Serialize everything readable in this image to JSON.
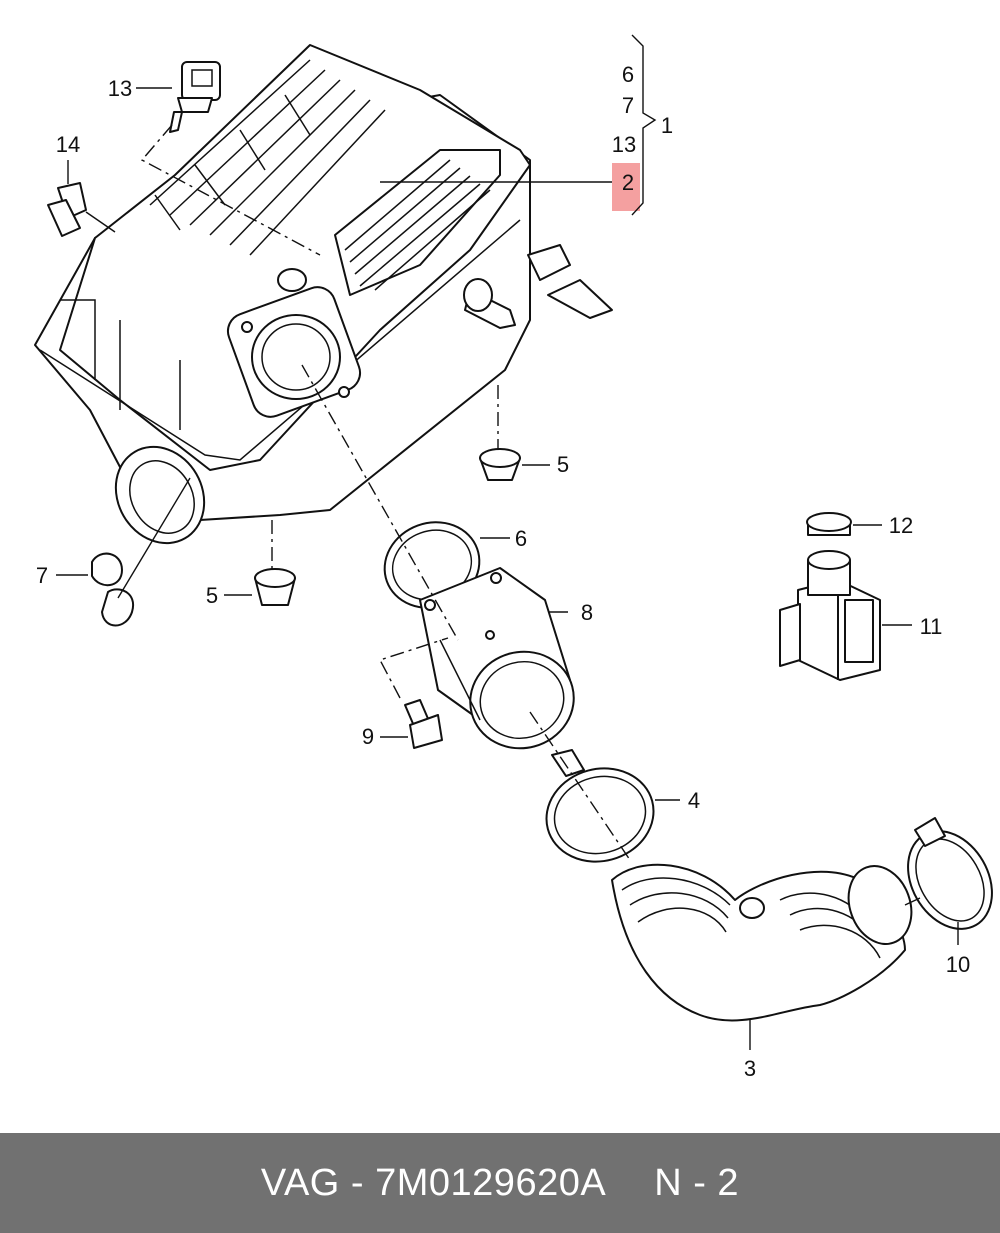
{
  "diagram": {
    "callouts": {
      "c1": "1",
      "c2": "2",
      "c3": "3",
      "c4": "4",
      "c5a": "5",
      "c5b": "5",
      "c6a": "6",
      "c6b": "6",
      "c7a": "7",
      "c7b": "7",
      "c8": "8",
      "c9": "9",
      "c10": "10",
      "c11": "11",
      "c12": "12",
      "c13a": "13",
      "c13b": "13",
      "c14": "14"
    },
    "highlight_color": "#f4a0a0"
  },
  "footer": {
    "part_ref": "VAG - 7M0129620A",
    "page_ref": "N - 2",
    "background": "#717171"
  }
}
